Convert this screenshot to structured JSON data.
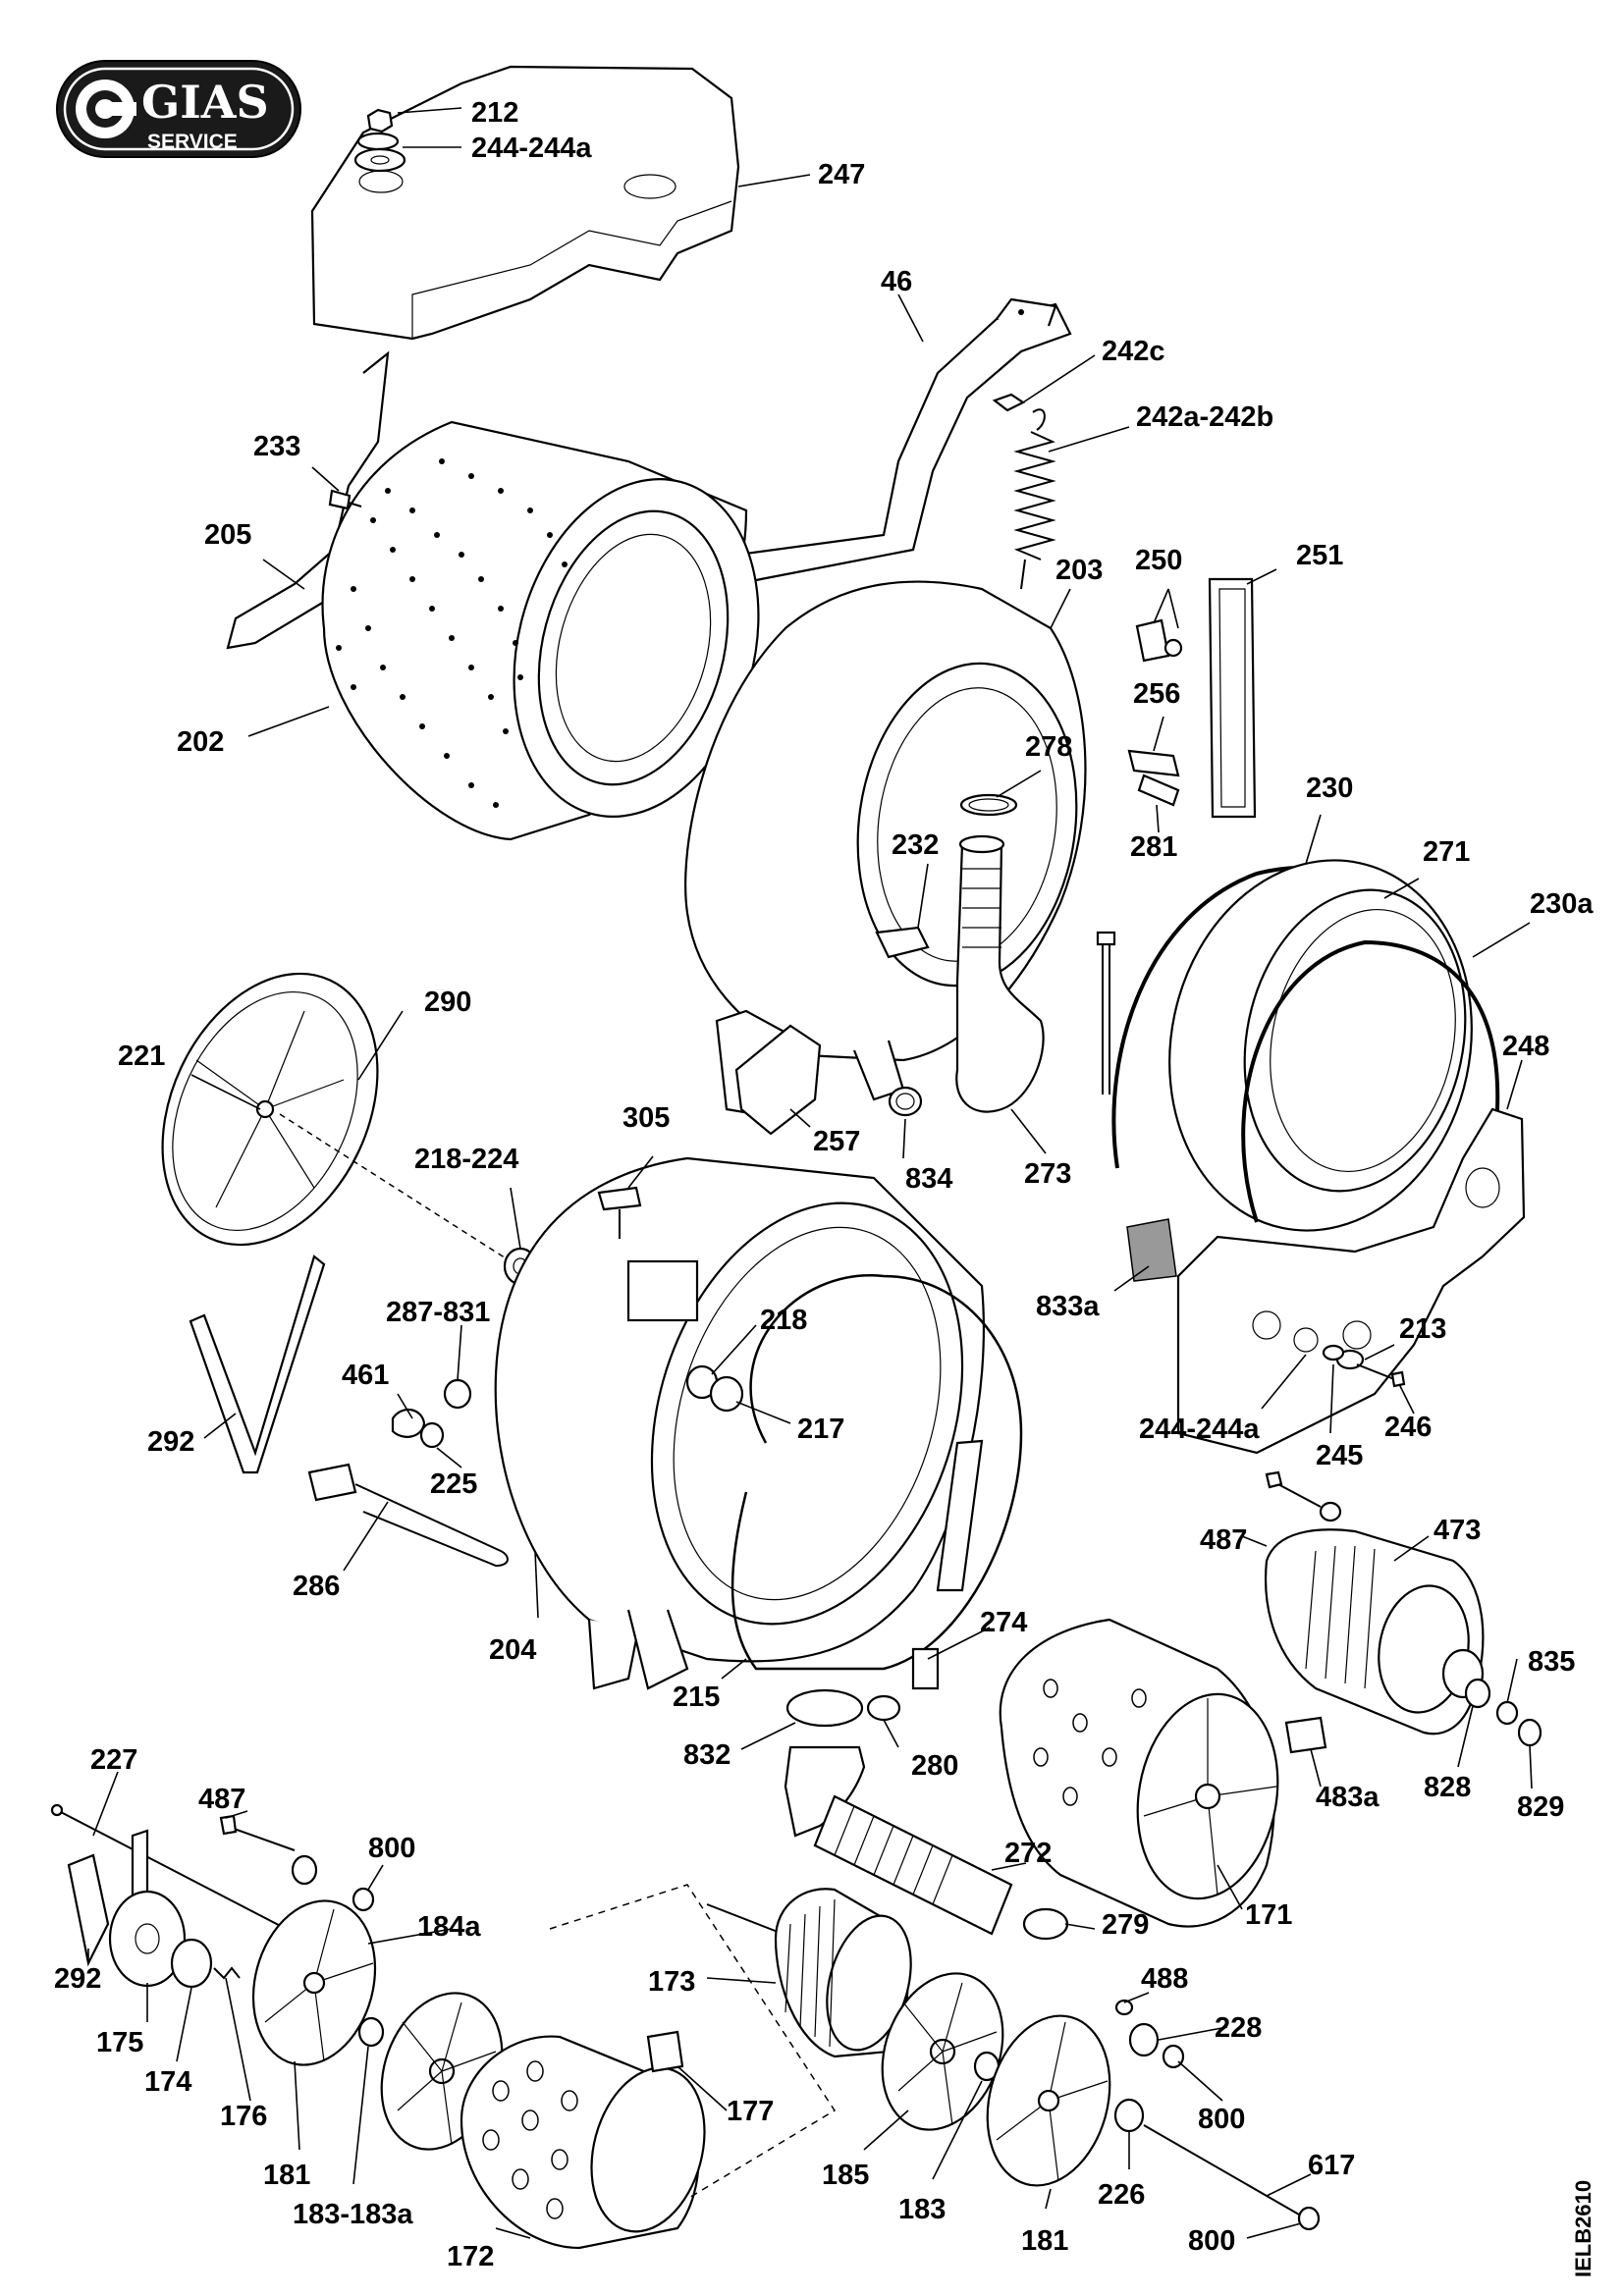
{
  "logo": {
    "brand": "GIAS",
    "sub": "SERVICE"
  },
  "document_ref": "IELB2610",
  "callouts": [
    {
      "id": "c212",
      "text": "212"
    },
    {
      "id": "c244a_top",
      "text": "244-244a"
    },
    {
      "id": "c247",
      "text": "247"
    },
    {
      "id": "c46",
      "text": "46"
    },
    {
      "id": "c242c",
      "text": "242c"
    },
    {
      "id": "c242ab",
      "text": "242a-242b"
    },
    {
      "id": "c233",
      "text": "233"
    },
    {
      "id": "c205",
      "text": "205"
    },
    {
      "id": "c203",
      "text": "203"
    },
    {
      "id": "c250",
      "text": "250"
    },
    {
      "id": "c251",
      "text": "251"
    },
    {
      "id": "c256",
      "text": "256"
    },
    {
      "id": "c202",
      "text": "202"
    },
    {
      "id": "c278",
      "text": "278"
    },
    {
      "id": "c281",
      "text": "281"
    },
    {
      "id": "c230",
      "text": "230"
    },
    {
      "id": "c232",
      "text": "232"
    },
    {
      "id": "c271",
      "text": "271"
    },
    {
      "id": "c230a",
      "text": "230a"
    },
    {
      "id": "c290",
      "text": "290"
    },
    {
      "id": "c221",
      "text": "221"
    },
    {
      "id": "c248",
      "text": "248"
    },
    {
      "id": "c305",
      "text": "305"
    },
    {
      "id": "c257",
      "text": "257"
    },
    {
      "id": "c834",
      "text": "834"
    },
    {
      "id": "c273",
      "text": "273"
    },
    {
      "id": "c218_224",
      "text": "218-224"
    },
    {
      "id": "c287_831",
      "text": "287-831"
    },
    {
      "id": "c218",
      "text": "218"
    },
    {
      "id": "c833a",
      "text": "833a"
    },
    {
      "id": "c213",
      "text": "213"
    },
    {
      "id": "c461",
      "text": "461"
    },
    {
      "id": "c217",
      "text": "217"
    },
    {
      "id": "c244a_mid",
      "text": "244-244a"
    },
    {
      "id": "c246",
      "text": "246"
    },
    {
      "id": "c245",
      "text": "245"
    },
    {
      "id": "c292_mid",
      "text": "292"
    },
    {
      "id": "c225",
      "text": "225"
    },
    {
      "id": "c487_right",
      "text": "487"
    },
    {
      "id": "c473",
      "text": "473"
    },
    {
      "id": "c286",
      "text": "286"
    },
    {
      "id": "c204",
      "text": "204"
    },
    {
      "id": "c274",
      "text": "274"
    },
    {
      "id": "c835",
      "text": "835"
    },
    {
      "id": "c215",
      "text": "215"
    },
    {
      "id": "c832",
      "text": "832"
    },
    {
      "id": "c280",
      "text": "280"
    },
    {
      "id": "c483a",
      "text": "483a"
    },
    {
      "id": "c828",
      "text": "828"
    },
    {
      "id": "c829",
      "text": "829"
    },
    {
      "id": "c227",
      "text": "227"
    },
    {
      "id": "c487_left",
      "text": "487"
    },
    {
      "id": "c800_a",
      "text": "800"
    },
    {
      "id": "c272",
      "text": "272"
    },
    {
      "id": "c184a",
      "text": "184a"
    },
    {
      "id": "c171",
      "text": "171"
    },
    {
      "id": "c279",
      "text": "279"
    },
    {
      "id": "c292_bot",
      "text": "292"
    },
    {
      "id": "c173",
      "text": "173"
    },
    {
      "id": "c488",
      "text": "488"
    },
    {
      "id": "c228",
      "text": "228"
    },
    {
      "id": "c175",
      "text": "175"
    },
    {
      "id": "c174",
      "text": "174"
    },
    {
      "id": "c176",
      "text": "176"
    },
    {
      "id": "c177",
      "text": "177"
    },
    {
      "id": "c800_b",
      "text": "800"
    },
    {
      "id": "c181_left",
      "text": "181"
    },
    {
      "id": "c185",
      "text": "185"
    },
    {
      "id": "c226",
      "text": "226"
    },
    {
      "id": "c617",
      "text": "617"
    },
    {
      "id": "c183_183a",
      "text": "183-183a"
    },
    {
      "id": "c183",
      "text": "183"
    },
    {
      "id": "c181_right",
      "text": "181"
    },
    {
      "id": "c800_c",
      "text": "800"
    },
    {
      "id": "c172",
      "text": "172"
    }
  ]
}
